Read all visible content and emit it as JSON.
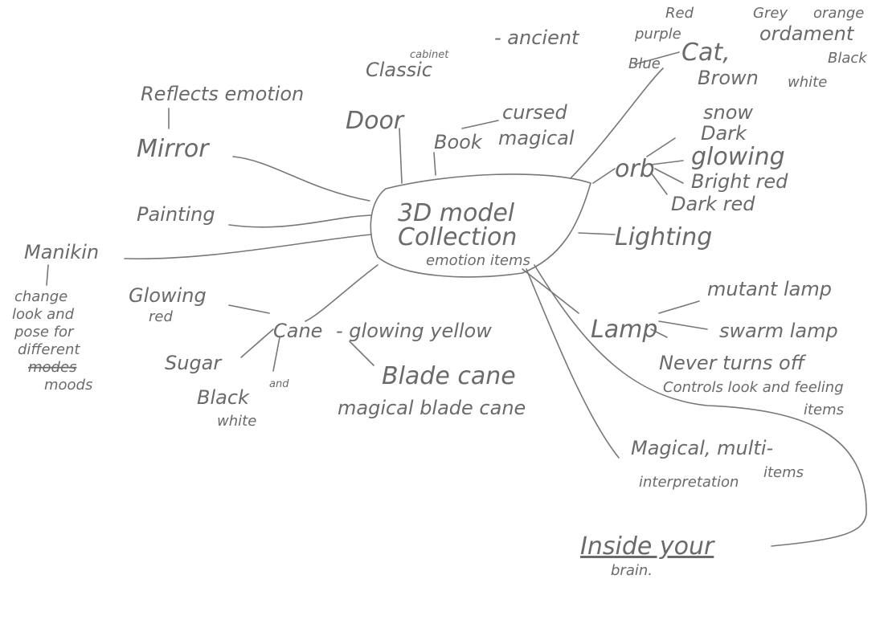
{
  "center": {
    "line1": "3D model",
    "line2": "Collection",
    "line3": "emotion items"
  },
  "nodes": {
    "mirror": {
      "label": "Mirror",
      "note": "Reflects emotion"
    },
    "door": {
      "label": "Door",
      "note1": "Classic",
      "note2": "cabinet"
    },
    "book": {
      "label": "Book",
      "note": "- ancient",
      "sub1": "cursed",
      "sub2": "magical"
    },
    "cat": {
      "label": "Cat,",
      "colors": [
        "Red",
        "purple",
        "Blue",
        "Brown",
        "Grey",
        "orange",
        "white",
        "Black"
      ],
      "ornament": "ordament"
    },
    "orb": {
      "label": "orb",
      "items": [
        "snow",
        "Dark",
        "glowing",
        "Bright red",
        "Dark red"
      ]
    },
    "lighting": {
      "label": "Lighting"
    },
    "lamp": {
      "label": "Lamp",
      "items": [
        "mutant lamp",
        "swarm lamp",
        "Never turns off",
        "Controls look and feeling"
      ],
      "extra": "items"
    },
    "magical": {
      "label": "Magical, multi-",
      "sub": "interpretation",
      "extra": "items"
    },
    "brain": {
      "line1": "Inside your",
      "line2": "brain."
    },
    "painting": {
      "label": "Painting"
    },
    "manikin": {
      "label": "Manikin",
      "note": [
        "change",
        "look and",
        "pose for",
        "different",
        "modes",
        "moods"
      ]
    },
    "cane": {
      "label": "Cane",
      "glowing_yellow": "- glowing yellow",
      "glowing_red": [
        "Glowing",
        "red"
      ],
      "sugar": "Sugar",
      "bw1": "Black",
      "bw2": "and",
      "bw3": "white",
      "blade": "Blade cane",
      "magical_blade": "magical blade cane"
    }
  },
  "colors": {
    "pencil": "#6a6a6a",
    "paper": "#ffffff"
  }
}
